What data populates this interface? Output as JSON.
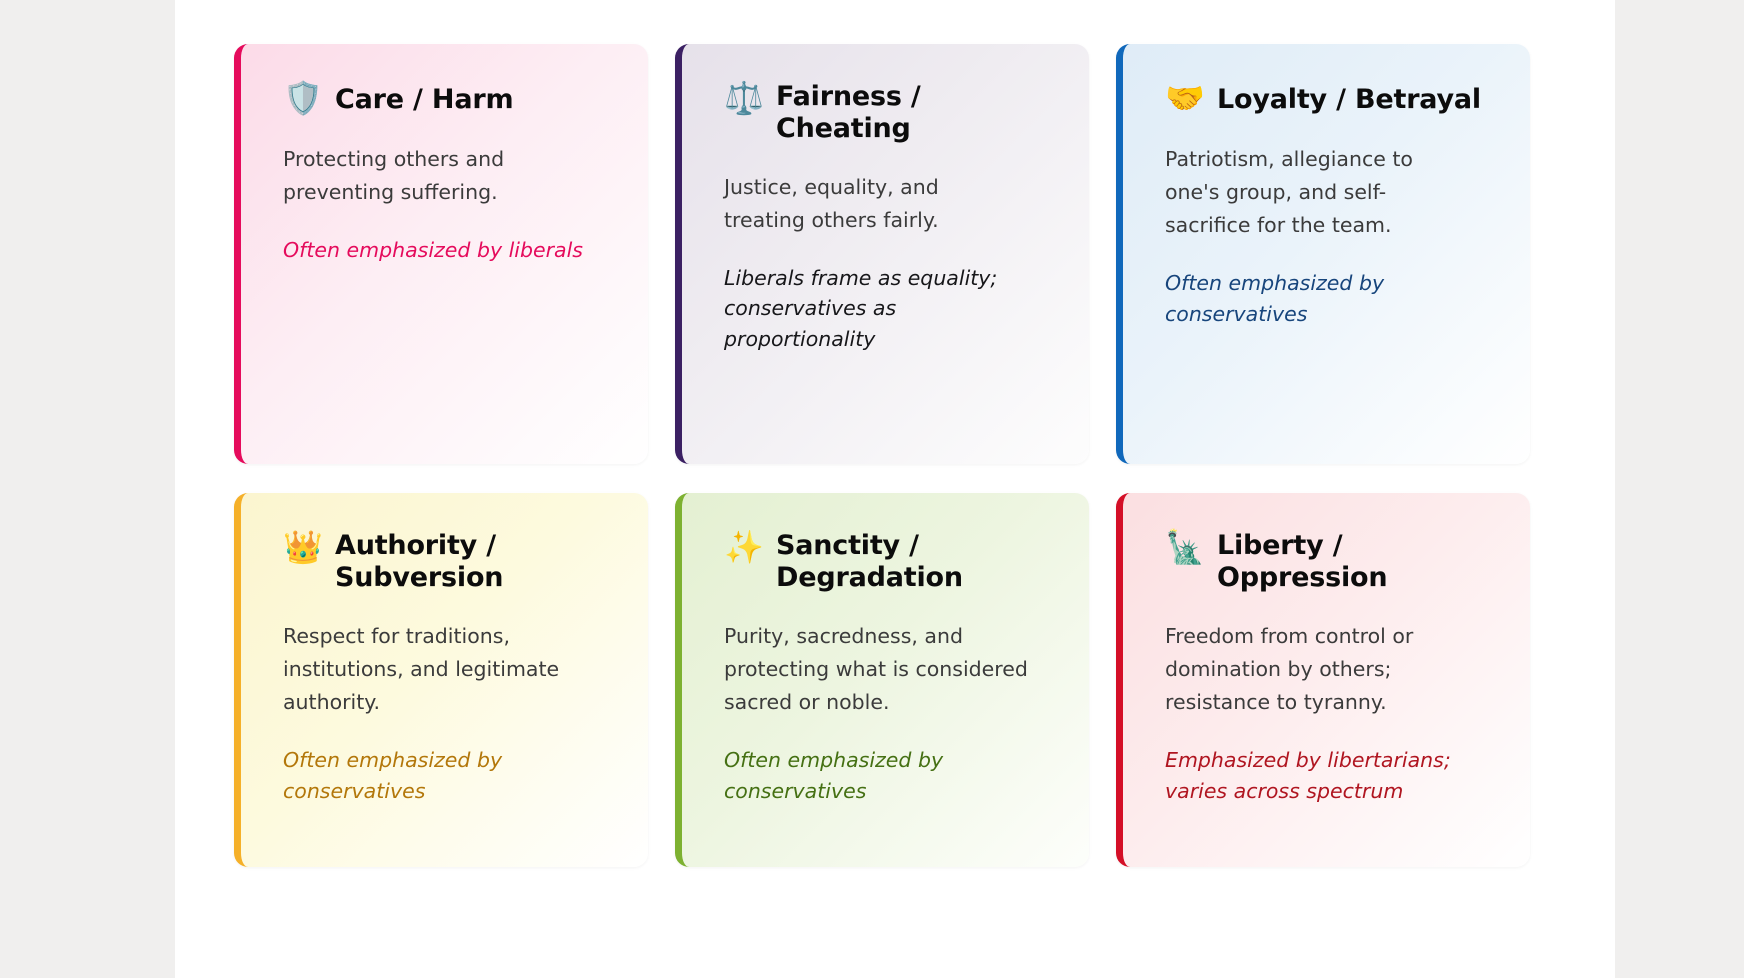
{
  "page": {
    "background_color": "#f0efee",
    "panel_color": "#ffffff"
  },
  "cards": [
    {
      "id": "care-harm",
      "icon": "🛡️",
      "icon_name": "shield-icon",
      "title": "Care / Harm",
      "description": "Protecting others and preventing suffering.",
      "note": "Often emphasized by liberals",
      "accent_color": "#e50b5c",
      "note_color": "#e50b5c"
    },
    {
      "id": "fairness-cheating",
      "icon": "⚖️",
      "icon_name": "balance-scale-icon",
      "title": "Fairness / Cheating",
      "description": "Justice, equality, and treating others fairly.",
      "note": "Liberals frame as equality; conservatives as proportionality",
      "accent_color": "#3b2063",
      "note_color": "#17171a"
    },
    {
      "id": "loyalty-betrayal",
      "icon": "🤝",
      "icon_name": "handshake-icon",
      "title": "Loyalty / Betrayal",
      "description": "Patriotism, allegiance to one's group, and self-sacrifice for the team.",
      "note": "Often emphasized by conservatives",
      "accent_color": "#1068bb",
      "note_color": "#17457c"
    },
    {
      "id": "authority-subversion",
      "icon": "👑",
      "icon_name": "crown-icon",
      "title": "Authority / Subversion",
      "description": "Respect for traditions, institutions, and legitimate authority.",
      "note": "Often emphasized by conservatives",
      "accent_color": "#f5b029",
      "note_color": "#b3770a"
    },
    {
      "id": "sanctity-degradation",
      "icon": "✨",
      "icon_name": "sparkles-icon",
      "title": "Sanctity / Degradation",
      "description": "Purity, sacredness, and protecting what is considered sacred or noble.",
      "note": "Often emphasized by conservatives",
      "accent_color": "#7db131",
      "note_color": "#457013"
    },
    {
      "id": "liberty-oppression",
      "icon": "🗽",
      "icon_name": "statue-of-liberty-icon",
      "title": "Liberty / Oppression",
      "description": "Freedom from control or domination by others; resistance to tyranny.",
      "note": "Emphasized by libertarians; varies across spectrum",
      "accent_color": "#d40f27",
      "note_color": "#b01520"
    }
  ]
}
